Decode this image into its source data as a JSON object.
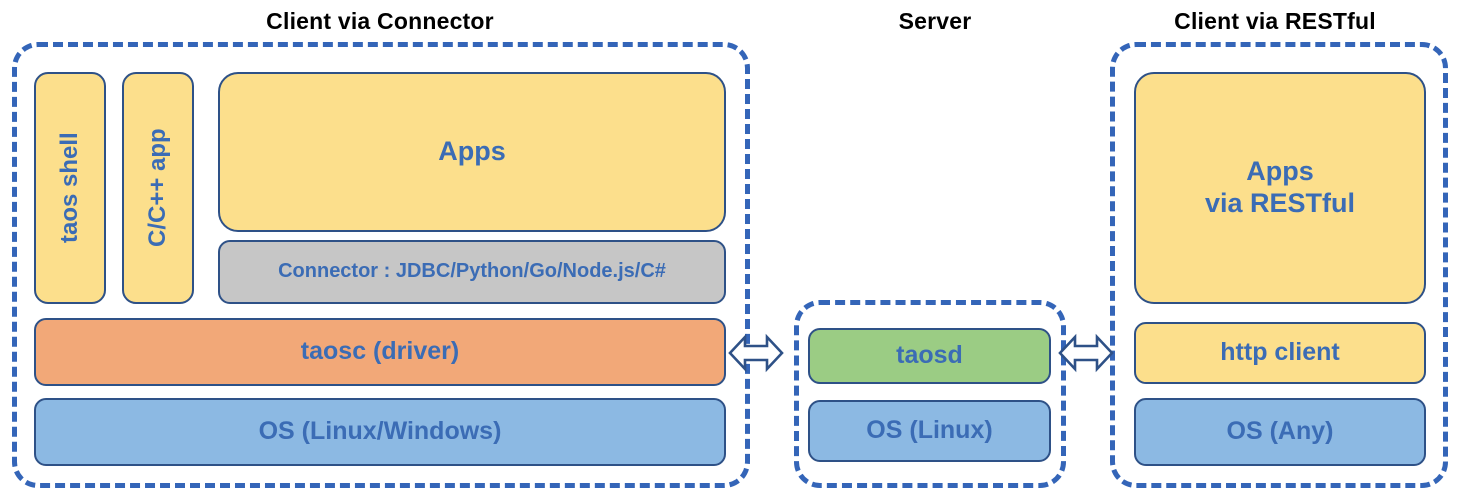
{
  "diagram": {
    "title_connector": "Client via Connector",
    "title_server": "Server",
    "title_restful": "Client via RESTful",
    "colors": {
      "dashed_border": "#3465b8",
      "block_border": "#2e5187",
      "text_blue": "#3b6cb5",
      "title_black": "#000000",
      "yellow": "#fcdf8c",
      "orange": "#f2a878",
      "blue": "#8cb9e3",
      "green": "#9bcc84",
      "gray": "#c6c6c6",
      "background": "#ffffff"
    }
  },
  "client_connector": {
    "taos_shell": "taos shell",
    "cpp_app": "C/C++ app",
    "apps": "Apps",
    "connector": "Connector : JDBC/Python/Go/Node.js/C#",
    "taosc": "taosc (driver)",
    "os": "OS (Linux/Windows)"
  },
  "server": {
    "taosd": "taosd",
    "os": "OS (Linux)"
  },
  "client_restful": {
    "apps_line1": "Apps",
    "apps_line2": "via RESTful",
    "http_client": "http client",
    "os": "OS (Any)"
  },
  "arrows": {
    "left_to_server": "bidirectional-arrow",
    "server_to_right": "bidirectional-arrow"
  }
}
